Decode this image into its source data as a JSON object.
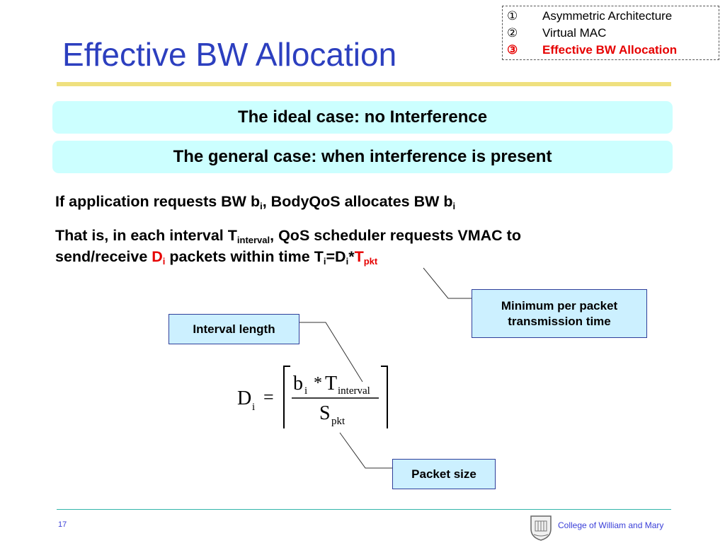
{
  "title": "Effective BW Allocation",
  "outline": {
    "items": [
      {
        "num": "①",
        "label": "Asymmetric Architecture"
      },
      {
        "num": "②",
        "label": "Virtual MAC"
      },
      {
        "num": "③",
        "label": "Effective BW Allocation"
      }
    ]
  },
  "bands": {
    "ideal": "The ideal case: no Interference",
    "general": "The general case: when interference is present"
  },
  "para1": {
    "a": "If application requests BW b",
    "sub1": "i",
    "b": ", BodyQoS allocates BW b",
    "sub2": "i"
  },
  "para2": {
    "l1a": "That is, in each interval T",
    "l1sub": "interval",
    "l1b": ", QoS scheduler requests VMAC to",
    "l2a": "send/receive ",
    "l2red": "D",
    "l2redsub": "i",
    "l2b": " packets within time T",
    "l2sub1": "i",
    "l2c": "=D",
    "l2sub2": "i",
    "l2d": "*",
    "l2redT": "T",
    "l2redTsub": "pkt"
  },
  "callouts": {
    "min_packet_time": "Minimum per packet transmission time",
    "interval_length": "Interval length",
    "packet_size": "Packet size"
  },
  "formula": {
    "lhs": "D",
    "lhs_sub": "i",
    "eq": "=",
    "num_b": "b",
    "num_b_sub": "i",
    "times": "*",
    "num_T": "T",
    "num_T_sub": "interval",
    "den_S": "S",
    "den_S_sub": "pkt"
  },
  "footer": {
    "page": "17",
    "institution": "College of William and Mary"
  }
}
